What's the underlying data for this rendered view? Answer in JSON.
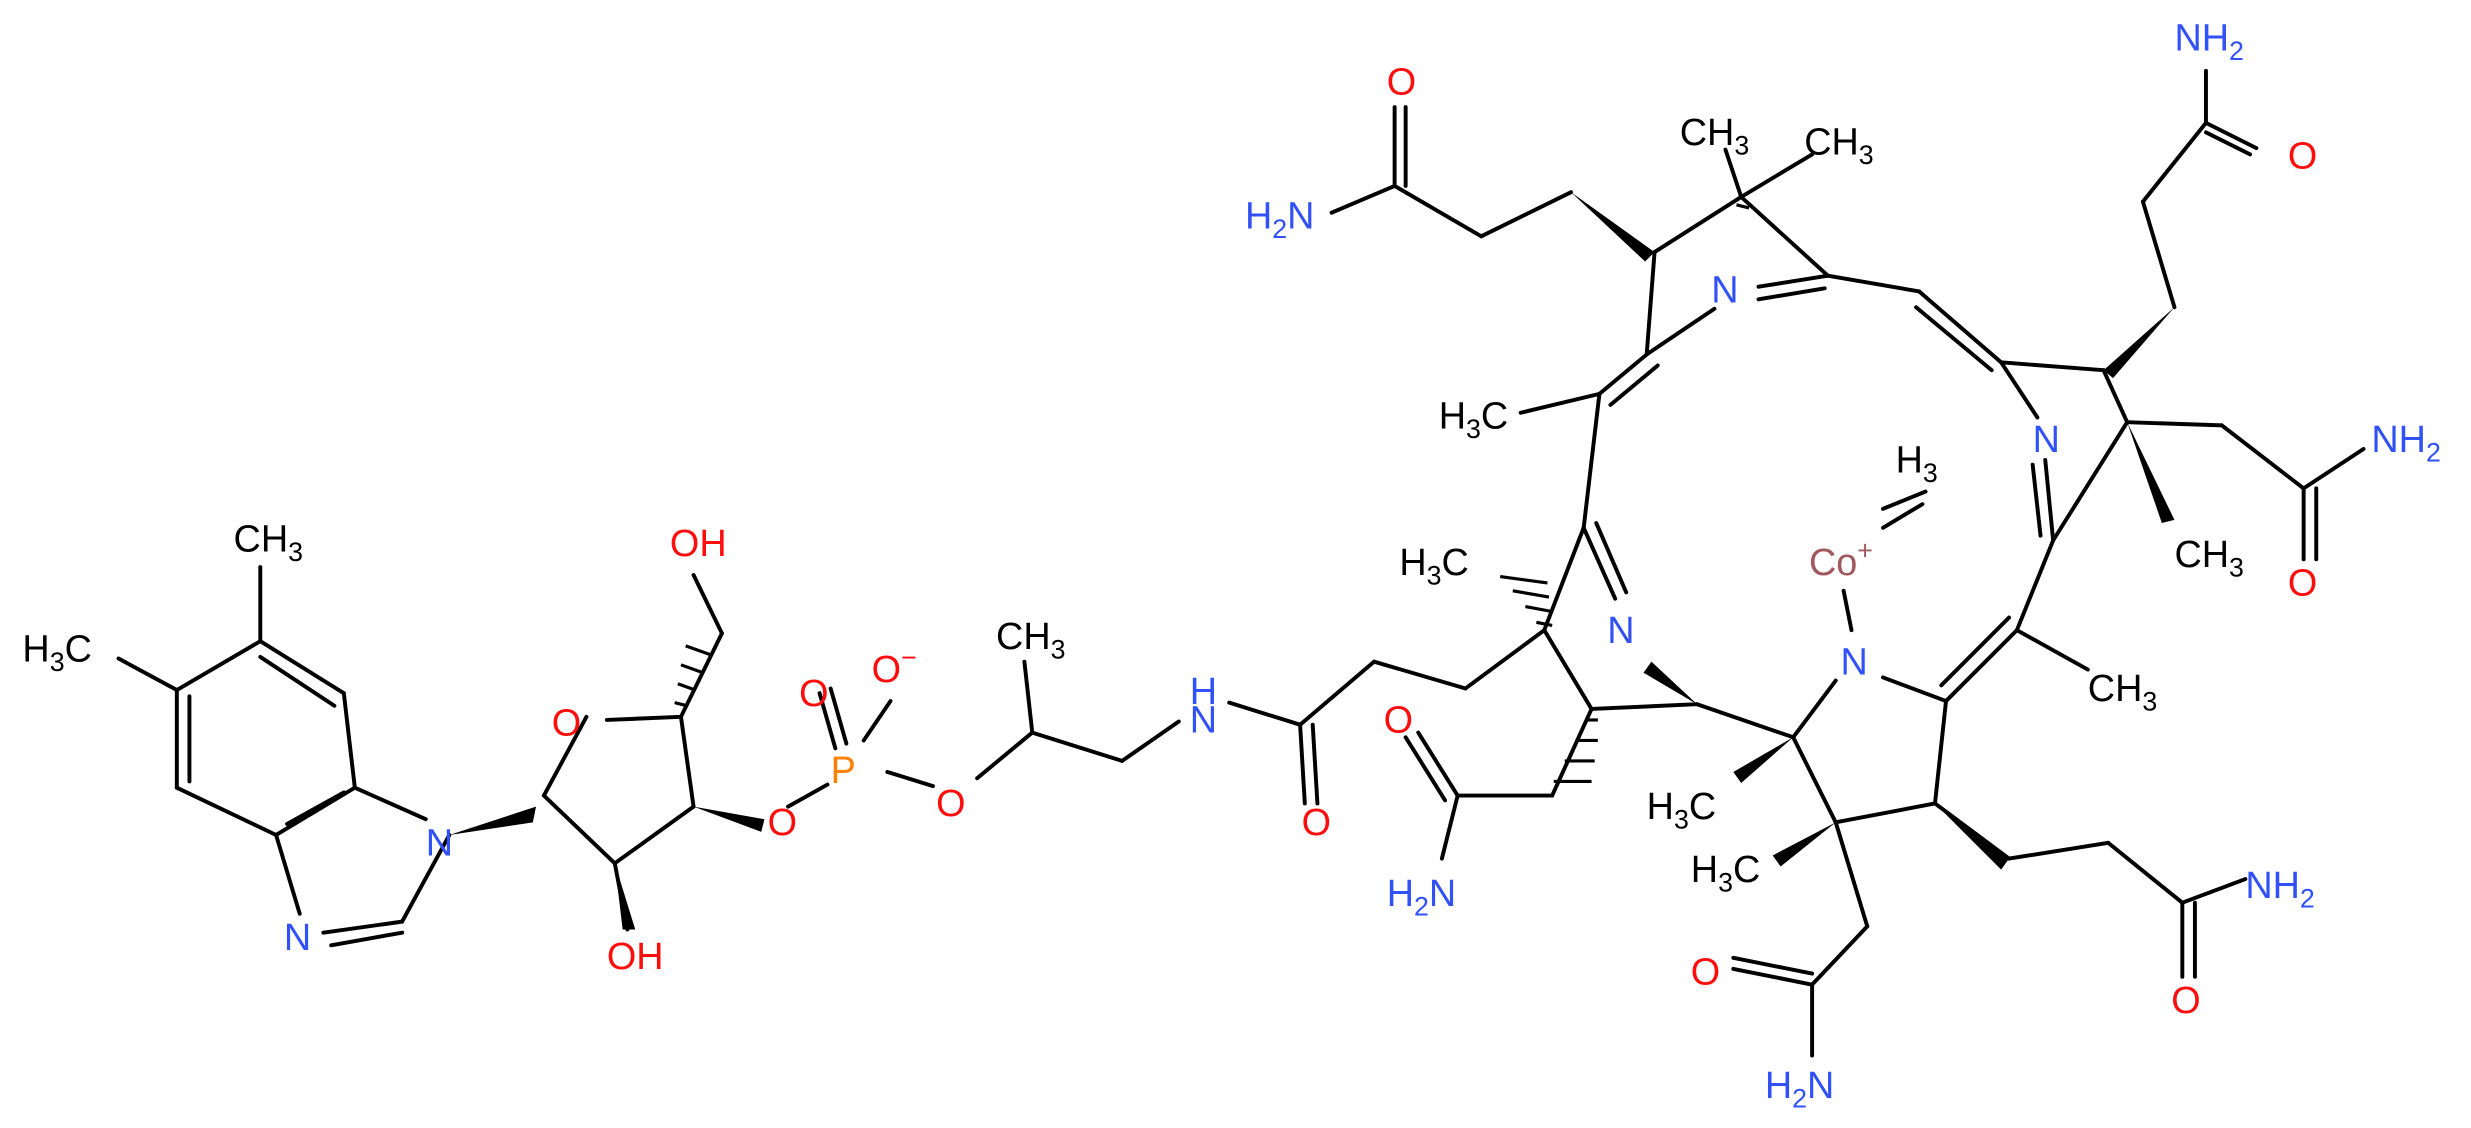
{
  "molecule": {
    "colors": {
      "bond": "#000000",
      "N": "#3050F8",
      "O": "#FF0D0D",
      "P": "#FF8000",
      "Co": "#A0585F",
      "C": "#000000"
    },
    "labels": {
      "nh2_top_right": {
        "main": "NH",
        "sub": "2"
      },
      "o_top_right": {
        "main": "O"
      },
      "ch3_top_1": {
        "main": "CH",
        "sub": "3"
      },
      "ch3_top_2": {
        "main": "CH",
        "sub": "3"
      },
      "o_top_left": {
        "main": "O"
      },
      "h2n_top_left": {
        "main": "H",
        "sub": "2",
        "tail": "N"
      },
      "n_ringA": {
        "main": "N"
      },
      "n_ringB": {
        "main": "N"
      },
      "nh2_right": {
        "main": "NH",
        "sub": "2"
      },
      "h3c_left": {
        "main": "H",
        "sub": "3",
        "tail": "C"
      },
      "h3_co": {
        "main": "H",
        "sub": "3"
      },
      "co": {
        "main": "Co",
        "sup": "+"
      },
      "ch3_right": {
        "main": "CH",
        "sub": "3"
      },
      "o_right": {
        "main": "O"
      },
      "h3c_ringC": {
        "main": "H",
        "sub": "3",
        "tail": "C"
      },
      "n_ringC": {
        "main": "N"
      },
      "n_ringD": {
        "main": "N"
      },
      "ch3_ringD": {
        "main": "CH",
        "sub": "3"
      },
      "ch3_bz": {
        "main": "CH",
        "sub": "3"
      },
      "oh_top": {
        "main": "OH"
      },
      "h3c_bz": {
        "main": "H",
        "sub": "3",
        "tail": "C"
      },
      "o_ring": {
        "main": "O"
      },
      "o_phos": {
        "main": "O"
      },
      "o_minus": {
        "main": "O",
        "sup": "−"
      },
      "p": {
        "main": "P"
      },
      "ch3_chain": {
        "main": "CH",
        "sub": "3"
      },
      "nh_amide": {
        "main": "N",
        "tail": "H"
      },
      "o_ester1": {
        "main": "O"
      },
      "o_ester2": {
        "main": "O"
      },
      "o_amide": {
        "main": "O"
      },
      "o_mid": {
        "main": "O"
      },
      "h3c_mid1": {
        "main": "H",
        "sub": "3",
        "tail": "C"
      },
      "h3c_mid2": {
        "main": "H",
        "sub": "3",
        "tail": "C"
      },
      "nh2_mid": {
        "main": "H",
        "sub": "2",
        "tail": "N"
      },
      "n_bz1": {
        "main": "N"
      },
      "n_bz2": {
        "main": "N"
      },
      "oh_bottom": {
        "main": "OH"
      },
      "nh2_br": {
        "main": "NH",
        "sub": "2"
      },
      "o_br": {
        "main": "O"
      },
      "o_bot": {
        "main": "O"
      },
      "nh2_bot": {
        "main": "H",
        "sub": "2",
        "tail": "N"
      }
    }
  }
}
